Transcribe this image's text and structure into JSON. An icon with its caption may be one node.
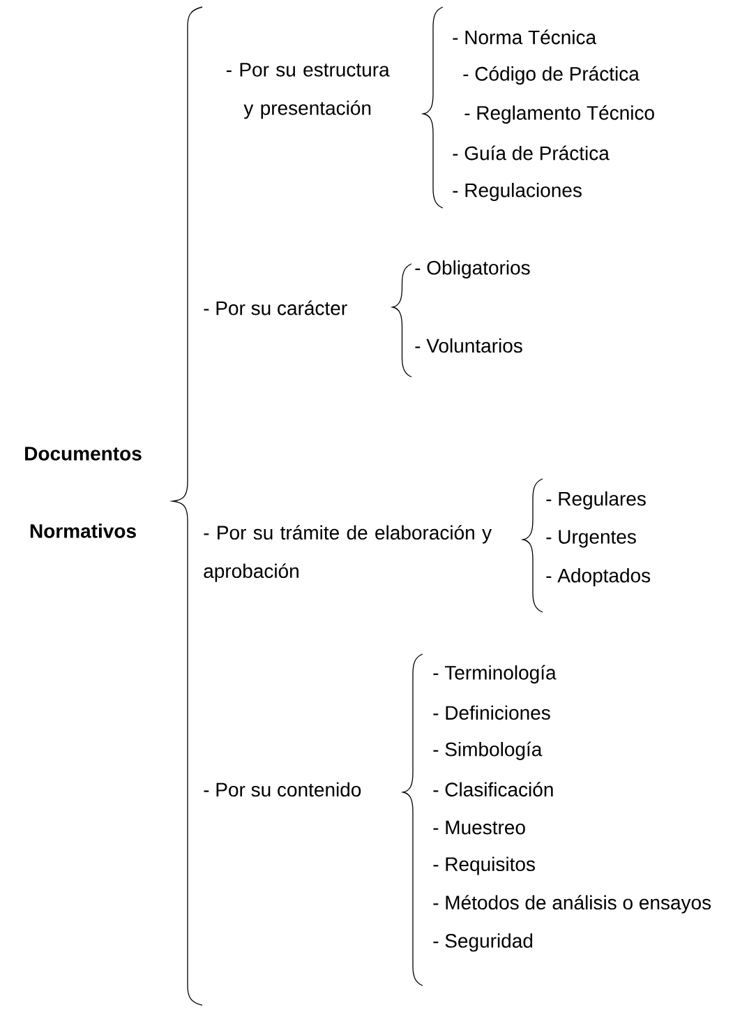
{
  "diagram": {
    "labels": [
      "Documentos Normativos",
      "- Por su estructura y presentación",
      "- Norma Técnica",
      "- Código de Práctica",
      "- Reglamento Técnico",
      "- Guía de Práctica",
      "- Regulaciones",
      "- Por su carácter",
      "- Obligatorios",
      "- Voluntarios",
      "- Por su trámite de elaboración y aprobación",
      "- Regulares",
      "- Urgentes",
      "- Adoptados",
      "- Por su contenido",
      "- Terminología",
      "- Definiciones",
      "- Simbología",
      "- Clasificación",
      "- Muestreo",
      "- Requisitos",
      "- Métodos de análisis o ensayos",
      "- Seguridad"
    ]
  }
}
